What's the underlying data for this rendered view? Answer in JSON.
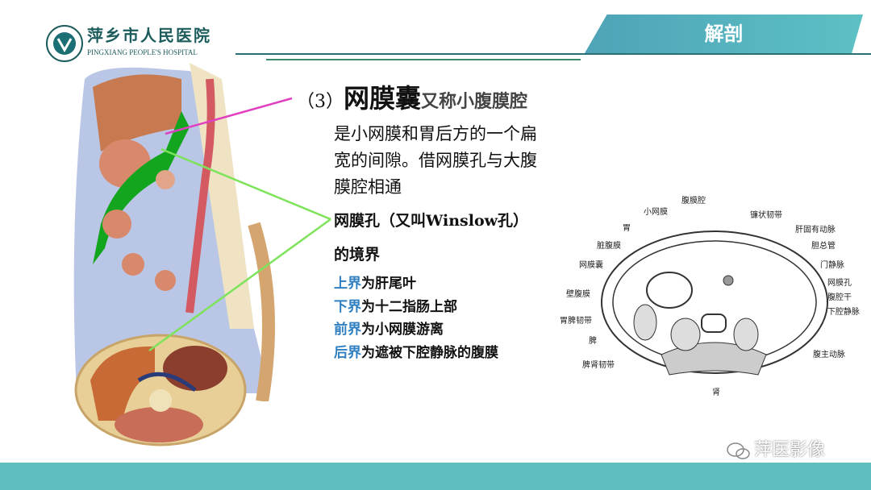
{
  "header": {
    "hospital_cn": "萍乡市人民医院",
    "hospital_en": "PINGXIANG PEOPLE'S HOSPITAL",
    "section_tab": "解剖"
  },
  "slide": {
    "title_num": "（3）",
    "title": "网膜囊",
    "title_sub": "又称小腹膜腔",
    "desc_lines": [
      "是小网膜和胃后方的一个扁",
      "宽的间隙。借网膜孔与大腹",
      "膜腔相通"
    ],
    "foramen_line1": "网膜孔（又叫Winslow孔）",
    "foramen_line2": "的境界",
    "bounds": [
      {
        "key": "上界",
        "text": "为肝尾叶"
      },
      {
        "key": "下界",
        "text": "为十二指肠上部"
      },
      {
        "key": "前界",
        "text": "为小网膜游离"
      },
      {
        "key": "后界",
        "text": "为遮被下腔静脉的腹膜"
      }
    ],
    "accent_color": "#2f7fc1"
  },
  "diagram": {
    "labels": [
      "小网膜",
      "腹膜腔",
      "胃",
      "镰状韧带",
      "肝固有动脉",
      "脏腹膜",
      "胆总管",
      "网膜囊",
      "门静脉",
      "网膜孔",
      "壁腹膜",
      "腹腔干",
      "胃脾韧带",
      "下腔静脉",
      "脾",
      "腹主动脉",
      "脾肾韧带",
      "肾"
    ]
  },
  "watermark": {
    "brand": "萍医影像",
    "icon": "wechat-icon"
  },
  "colors": {
    "teal": "#5fbfbf",
    "tab": "#4fa3b8",
    "green_arrow": "#7ee35a",
    "pink_arrow": "#e040c0"
  }
}
